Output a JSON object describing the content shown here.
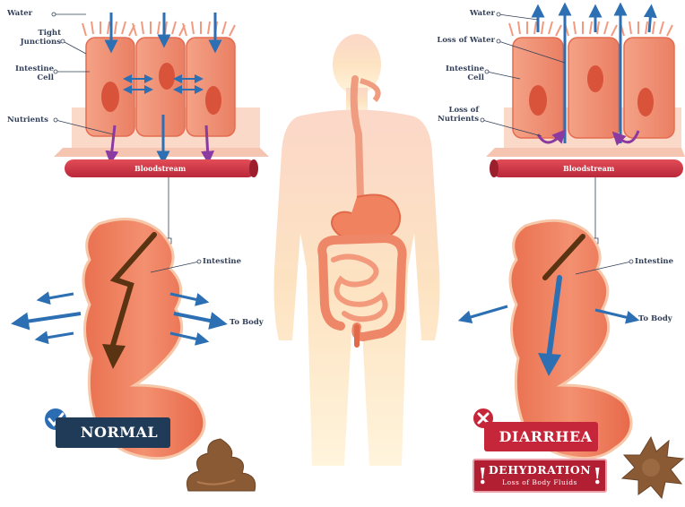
{
  "normal": {
    "label_water": "Water",
    "label_tight_junctions": "Tight\nJunctions",
    "label_intestine_cell": "Intestine\nCell",
    "label_nutrients": "Nutrients",
    "label_bloodstream": "Bloodstream",
    "label_intestine": "Intestine",
    "label_to_body": "To Body",
    "badge": "NORMAL"
  },
  "diarrhea": {
    "label_water": "Water",
    "label_loss_of_water": "Loss of Water",
    "label_intestine_cell": "Intestine\nCell",
    "label_loss_of_nutrients": "Loss of\nNutrients",
    "label_bloodstream": "Bloodstream",
    "label_intestine": "Intestine",
    "label_to_body": "To Body",
    "badge": "DIARRHEA",
    "dehydration_title": "DEHYDRATION",
    "dehydration_subtitle": "Loss of Body Fluids"
  },
  "colors": {
    "cell": "#ee8c70",
    "cell_dark": "#e0684c",
    "nucleus": "#d9533a",
    "blood": "#d93b47",
    "water_arrow": "#2c6fb3",
    "nutrient_arrow": "#8a3aa0",
    "body": "#fbe3c4",
    "navy": "#1f3b57",
    "red": "#c6263a",
    "stool": "#8a5a35"
  },
  "icons": {
    "normal_badge": "check-icon",
    "diarrhea_badge": "x-icon",
    "dehydration_badge": "exclamation-icon"
  }
}
